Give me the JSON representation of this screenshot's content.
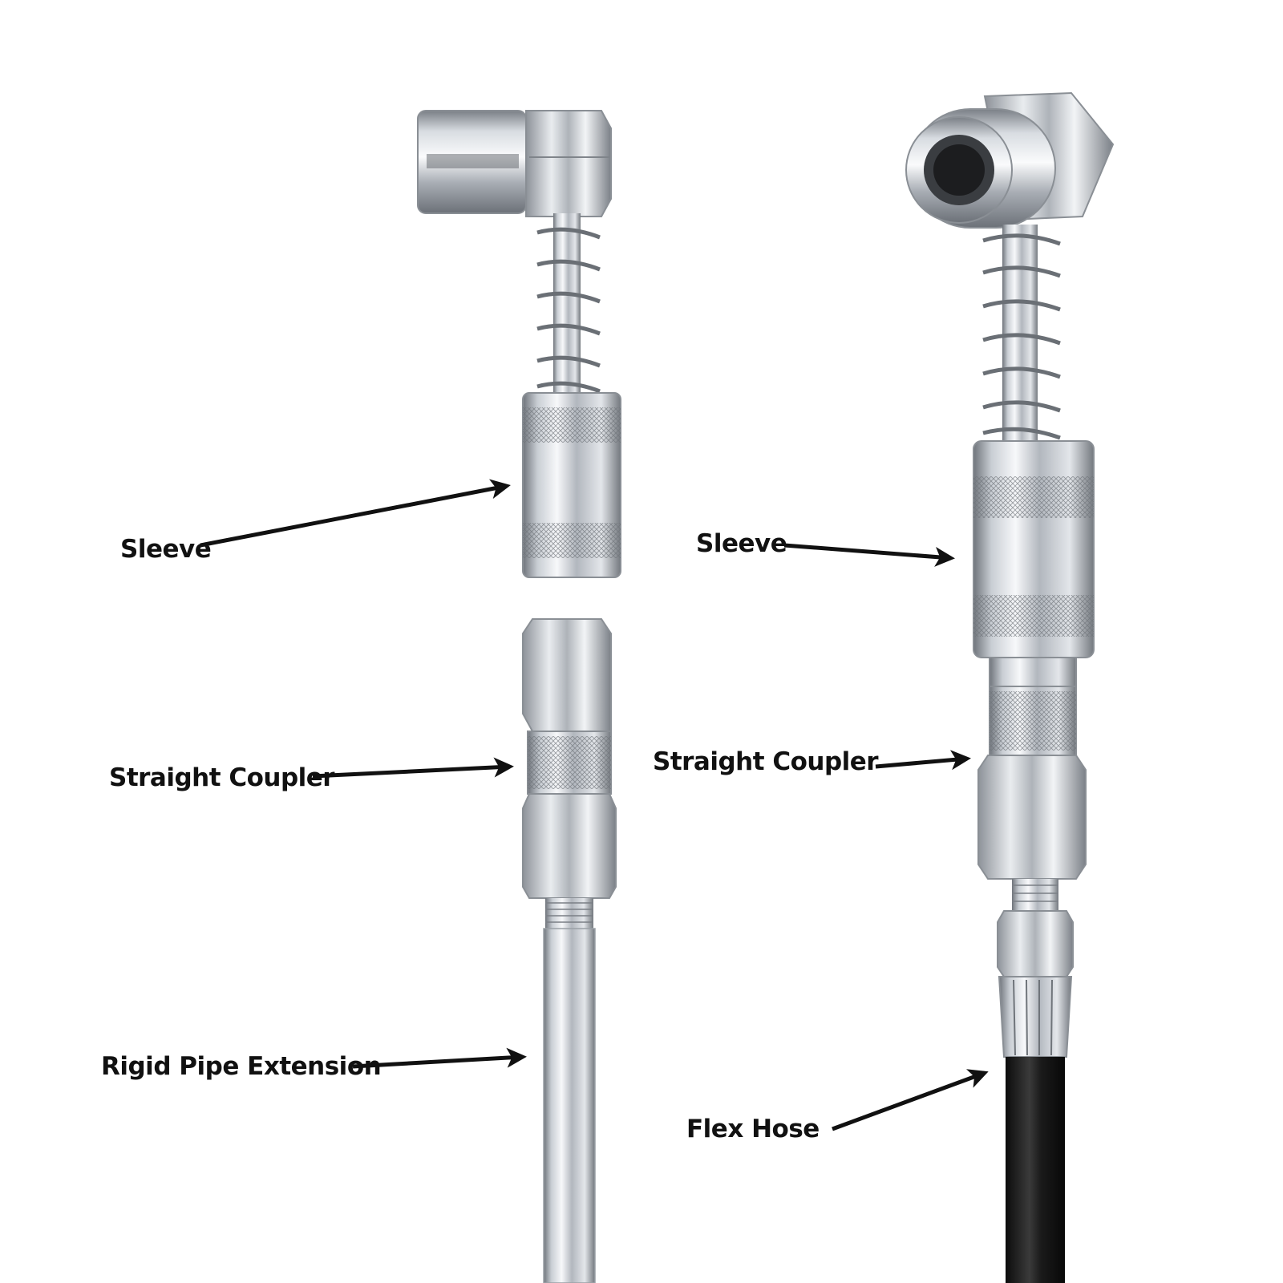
{
  "colors": {
    "background": "#ffffff",
    "label_text": "#111111",
    "arrow": "#111111",
    "chrome_light": "#f4f6f8",
    "chrome_mid": "#b9bec4",
    "chrome_dark": "#6c7178",
    "hose": "#1b1b1b"
  },
  "left_assembly": {
    "labels": {
      "sleeve": "Sleeve",
      "straight_coupler": "Straight Coupler",
      "rigid_pipe": "Rigid Pipe Extension"
    }
  },
  "right_assembly": {
    "labels": {
      "sleeve": "Sleeve",
      "straight_coupler": "Straight Coupler",
      "flex_hose": "Flex Hose"
    }
  }
}
